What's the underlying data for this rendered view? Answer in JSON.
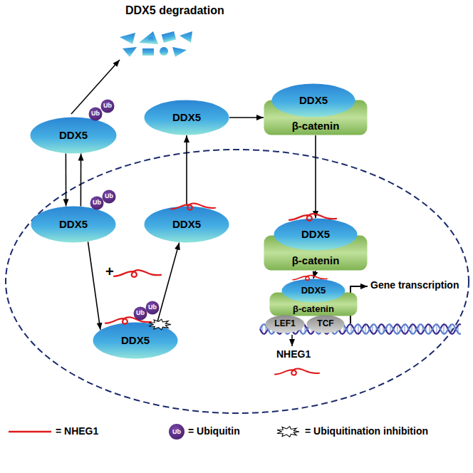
{
  "diagram": {
    "nodes": [
      {
        "text": [
          "DDX5"
        ]
      },
      {
        "text": [
          "Ub"
        ]
      },
      {
        "text": [
          "Ub"
        ]
      },
      {
        "text": [
          "DDX5"
        ]
      },
      {
        "text": [
          "DDX5"
        ]
      },
      {
        "text": [
          "β-catenin"
        ]
      },
      {
        "text": [
          "DDX5"
        ]
      },
      {
        "text": [
          "Ub"
        ]
      },
      {
        "text": [
          "Ub"
        ]
      },
      {
        "text": [
          "DDX5"
        ]
      },
      {
        "text": [
          "DDX5"
        ]
      },
      {
        "text": [
          "β-catenin"
        ]
      },
      {
        "text": [
          "DDX5"
        ]
      },
      {
        "text": [
          "β-catenin"
        ]
      },
      {
        "text": [
          "LEF1"
        ]
      },
      {
        "text": [
          "TCF"
        ]
      },
      {
        "text": [
          "DDX5"
        ]
      },
      {
        "text": [
          "Ub"
        ]
      },
      {
        "text": [
          "Ub"
        ]
      }
    ],
    "edges": [
      {
        "from": 0,
        "to": 6,
        "arrow": "to"
      },
      {
        "from": 6,
        "to": 0,
        "arrow": "to"
      },
      {
        "from": 6,
        "to": 16,
        "arrow": "to"
      },
      {
        "from": 16,
        "to": 9,
        "arrow": "to"
      },
      {
        "from": 9,
        "to": 3,
        "arrow": "to"
      },
      {
        "from": 3,
        "to": 5,
        "arrow": "to"
      },
      {
        "from": 5,
        "to": 10,
        "arrow": "to"
      },
      {
        "from": 11,
        "to": 12,
        "arrow": "to"
      }
    ],
    "labels": [
      "DDX5 degradation",
      "+",
      "Gene transcription",
      "NHEG1",
      "Ub"
    ],
    "legend": [
      {
        "text": "= NHEG1"
      },
      {
        "text": "= Ubiquitin"
      },
      {
        "text": "= Ubiquitination inhibition"
      }
    ]
  }
}
